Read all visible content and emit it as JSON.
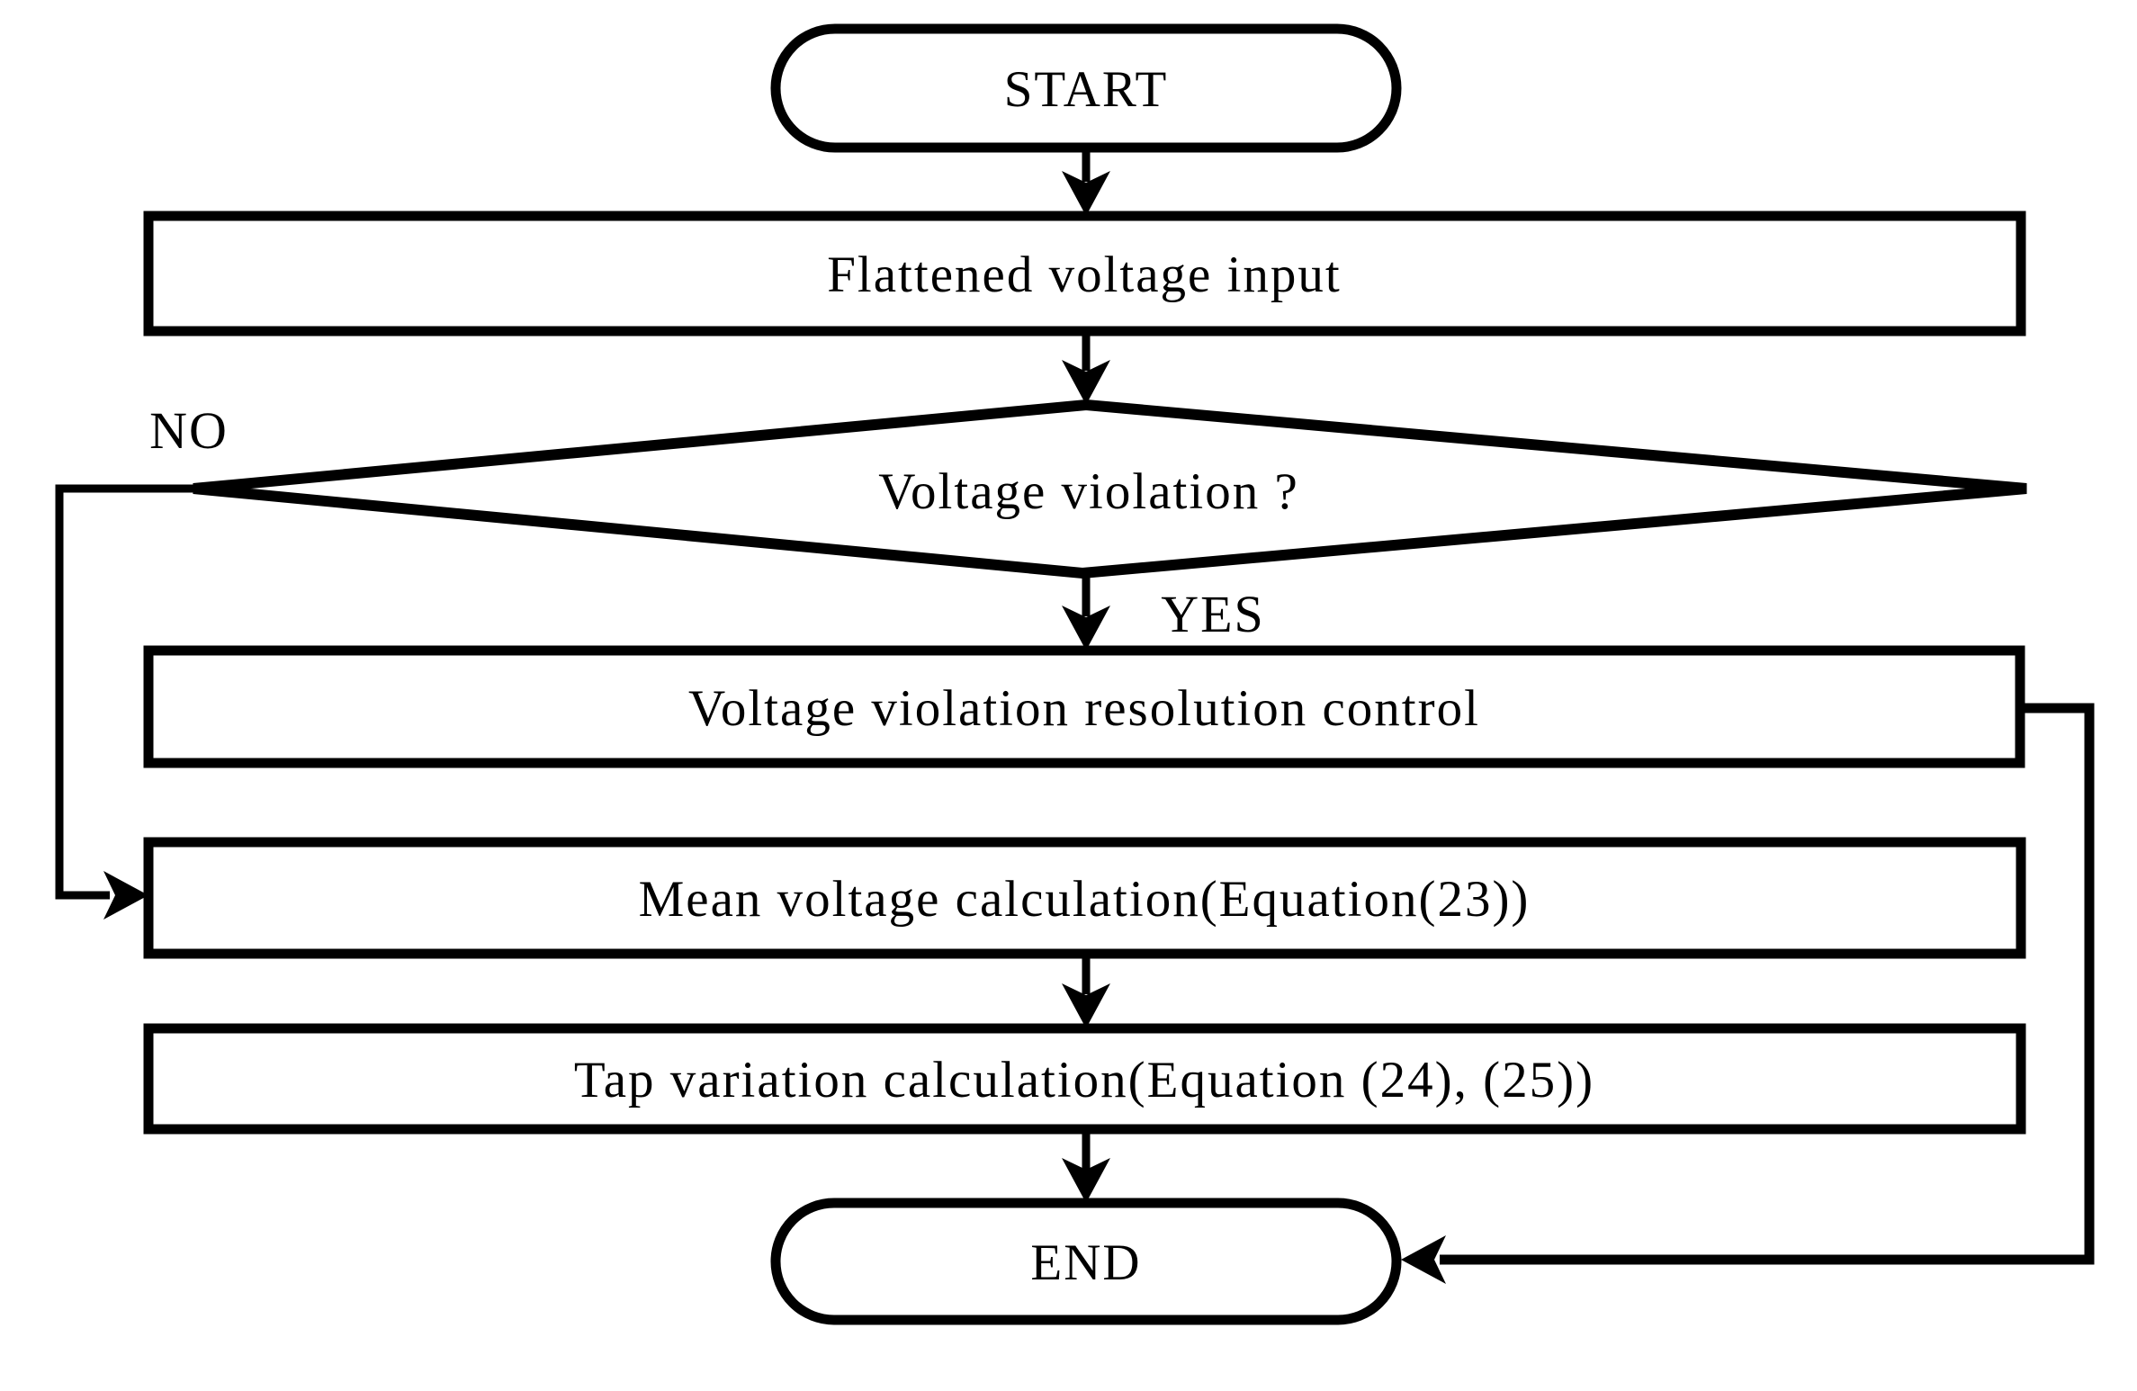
{
  "flowchart": {
    "nodes": {
      "start": {
        "label": "START",
        "shape": "terminator"
      },
      "input": {
        "label": "Flattened voltage input",
        "shape": "process"
      },
      "decision": {
        "label": "Voltage violation ?",
        "shape": "decision"
      },
      "resolution": {
        "label": "Voltage violation resolution control",
        "shape": "process"
      },
      "mean": {
        "label": "Mean voltage calculation(Equation(23))",
        "shape": "process"
      },
      "tap": {
        "label": "Tap variation calculation(Equation (24), (25))",
        "shape": "process"
      },
      "end": {
        "label": "END",
        "shape": "terminator"
      }
    },
    "branches": {
      "no_label": "NO",
      "yes_label": "YES"
    },
    "colors": {
      "stroke": "#000000",
      "background": "#ffffff"
    }
  }
}
